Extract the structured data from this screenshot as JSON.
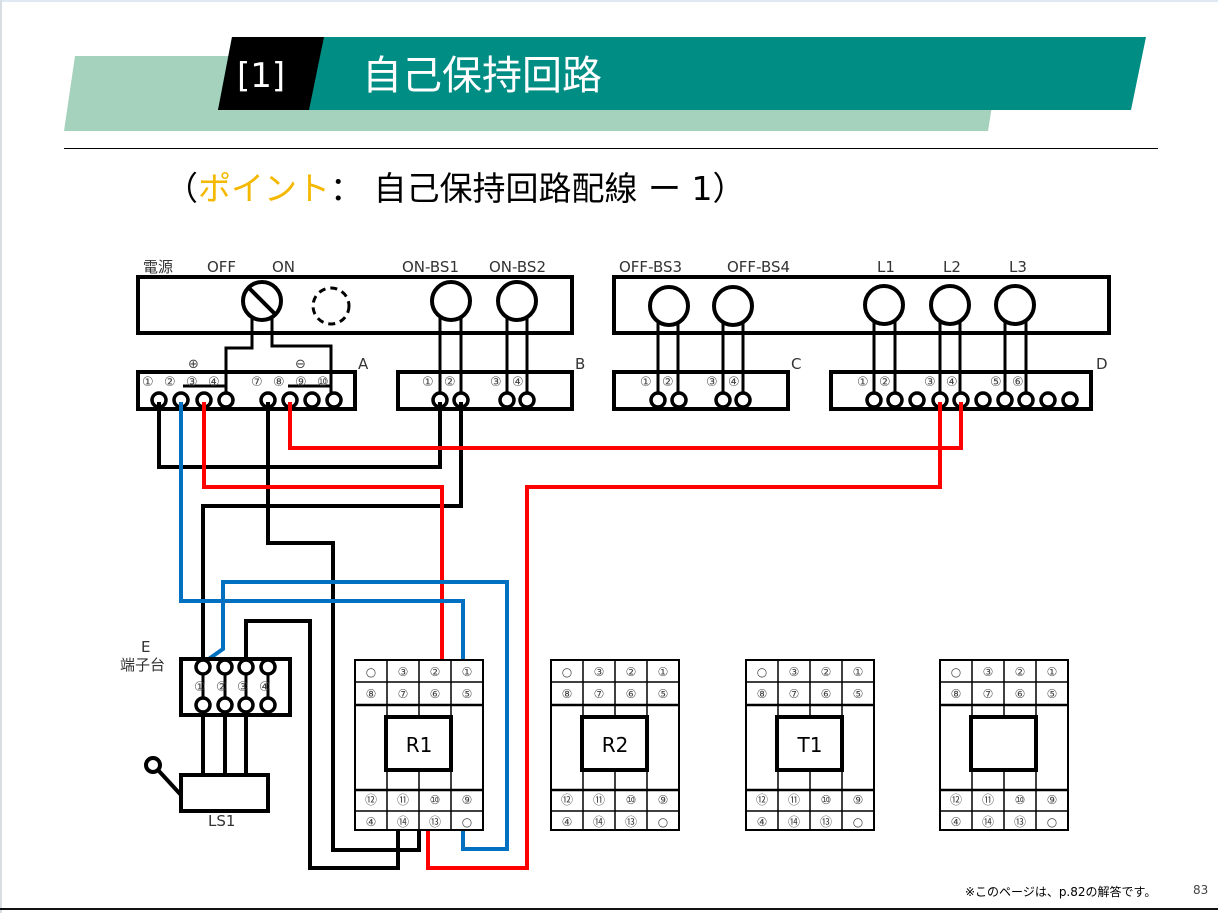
{
  "header": {
    "section_number": "[1]",
    "title": "自己保持回路",
    "colors": {
      "banner_dark": "#008d84",
      "banner_light": "#a4d2bc",
      "number_bg": "#000000"
    }
  },
  "subtitle": {
    "open": "（",
    "point": "ポイント",
    "separator": "：",
    "text": "自己保持回路配線 ー 1）",
    "colors": {
      "point": "#f5b800"
    }
  },
  "panel_top_left": {
    "labels": {
      "power": "電源",
      "off": "OFF",
      "on": "ON",
      "bs1": "ON-BS1",
      "bs2": "ON-BS2"
    }
  },
  "panel_top_right": {
    "labels": {
      "bs3": "OFF-BS3",
      "bs4": "OFF-BS4",
      "l1": "L1",
      "l2": "L2",
      "l3": "L3"
    }
  },
  "terminal_blocks": {
    "A": {
      "label": "A",
      "plus": "⊕",
      "minus": "⊖",
      "terminals": [
        "①",
        "②",
        "③",
        "④",
        "⑦",
        "⑧",
        "⑨",
        "⑩"
      ]
    },
    "B": {
      "label": "B",
      "terminals": [
        "①",
        "②",
        "③",
        "④"
      ]
    },
    "C": {
      "label": "C",
      "terminals": [
        "①",
        "②",
        "③",
        "④"
      ]
    },
    "D": {
      "label": "D",
      "terminals": [
        "①",
        "②",
        "③",
        "④",
        "⑤",
        "⑥"
      ]
    },
    "E": {
      "label": "E",
      "sublabel": "端子台",
      "terminals": [
        "①",
        "②",
        "③",
        "④"
      ]
    }
  },
  "limit_switch": {
    "label": "LS1"
  },
  "relays": [
    {
      "label": "R1"
    },
    {
      "label": "R2"
    },
    {
      "label": "T1"
    },
    {
      "label": ""
    }
  ],
  "relay_pins": {
    "row1": [
      "○",
      "③",
      "②",
      "①"
    ],
    "row2": [
      "⑧",
      "⑦",
      "⑥",
      "⑤"
    ],
    "row3": [
      "⑫",
      "⑪",
      "⑩",
      "⑨"
    ],
    "row4": [
      "④",
      "⑭",
      "⑬",
      "○"
    ]
  },
  "wire_colors": {
    "black": "#000000",
    "red": "#ff0000",
    "blue": "#0070c0"
  },
  "footer": {
    "note": "※このページは、p.82の解答です。",
    "page": "83"
  }
}
